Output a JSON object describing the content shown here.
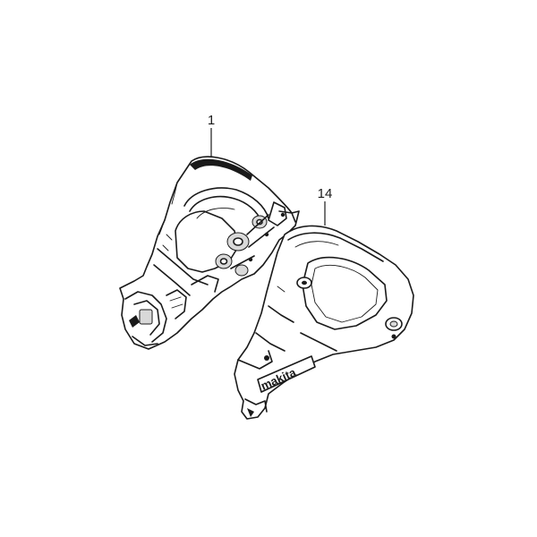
{
  "parts": [
    {
      "callout": "1"
    },
    {
      "callout": "14",
      "brand_mark": "makita"
    }
  ]
}
